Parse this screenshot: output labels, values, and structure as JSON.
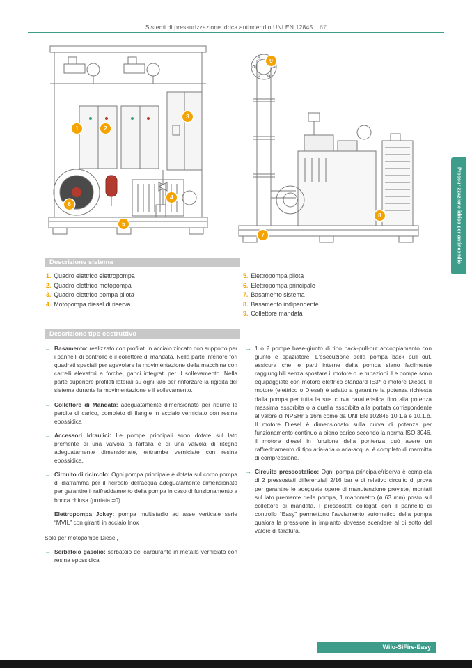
{
  "header": {
    "title": "Sistemi di pressurizzazione idrica antincendio UNI EN 12845",
    "page_number": "67"
  },
  "side_tab": {
    "label": "Pressurizzazione idrica per antincendio"
  },
  "colors": {
    "accent_green": "#3E9C8B",
    "accent_orange": "#F5A300",
    "bar_gray": "#C8C8C8",
    "pump_red": "#B23A2E"
  },
  "callouts": [
    {
      "label": "1"
    },
    {
      "label": "2"
    },
    {
      "label": "3"
    },
    {
      "label": "4"
    },
    {
      "label": "5"
    },
    {
      "label": "6"
    },
    {
      "label": "7"
    },
    {
      "label": "8"
    },
    {
      "label": "9"
    }
  ],
  "descrizione_sistema": {
    "title": "Descrizione sistema",
    "left": [
      {
        "num": "1.",
        "label": "Quadro elettrico elettropompa"
      },
      {
        "num": "2.",
        "label": "Quadro elettrico motopompa"
      },
      {
        "num": "3.",
        "label": "Quadro elettrico pompa pilota"
      },
      {
        "num": "4.",
        "label": "Motopompa diesel di riserva"
      }
    ],
    "right": [
      {
        "num": "5.",
        "label": "Elettropompa pilota"
      },
      {
        "num": "6.",
        "label": "Elettropompa principale"
      },
      {
        "num": "7.",
        "label": "Basamento sistema"
      },
      {
        "num": "8.",
        "label": "Basamento indipendente"
      },
      {
        "num": "9.",
        "label": "Collettore mandata"
      }
    ]
  },
  "descrizione_tipo": {
    "title": "Descrizione tipo costruttivo",
    "bullet_icon": "→",
    "left": [
      {
        "lead": "Basamento:",
        "text": " realizzato con profilati in acciaio zincato con supporto per i pannelli di controllo e il collettore di mandata. Nella parte inferiore fori quadrati speciali per agevolare la movimentazione della macchina con carrelli elevatori a forche, ganci integrati per il sollevamento. Nella parte superiore profilati laterali su ogni lato per rinforzare la rigidità del sistema durante la movimentazione e il sollevamento."
      },
      {
        "lead": "Collettore di Mandata:",
        "text": " adeguatamente dimensionato per ridurre le perdite di carico, completo di flangie in acciaio verniciato con resina epossidica"
      },
      {
        "lead": "Accessori Idraulici:",
        "text": " Le pompe principali sono dotate sul lato premente di una valvola a farfalla e di una valvola di ritegno adeguatamente dimensionate, entrambe verniciate con resina epossidica."
      },
      {
        "lead": "Circuito di ricircolo:",
        "text": " Ogni pompa principale è dotata sul corpo pompa di diaframma per il ricircolo dell'acqua adeguatamente dimensionato per garantire il raffreddamento della pompa in caso di funzionamento a bocca chiusa (portata =0)."
      },
      {
        "lead": "Elettropompa Jokey:",
        "text": " pompa multistadio ad asse verticale serie “MVIL” con giranti in acciaio Inox"
      }
    ],
    "note": "Solo per motopompe Diesel,",
    "left_extra": {
      "lead": "Serbatoio gasolio:",
      "text": " serbatoio del carburante in metallo verniciato con resina epossidica"
    },
    "right": [
      {
        "lead": "",
        "text": "1 o 2 pompe base-giunto di tipo back-pull-out accoppiamento con giunto e spaziatore. L'esecuzione della pompa back pull out, assicura che le parti interne della pompa siano facilmente raggiungibili senza spostare il motore o le tubazioni. Le pompe sono equipaggiate con motore elettrico standard IE3* o motore Diesel. Il motore (elettrico o Diesel) è adatto a garantire la potenza richiesta dalla pompa per tutta la sua curva caratteristica fino alla potenza massima assorbita o a quella assorbita alla portata corrispondente al valore di NPSHr ≥ 16m come da UNI EN 102845 10.1.a e 10.1.b. Il motore Diesel è dimensionato sulla curva di potenza per funzionamento continuo a pieno carico secondo la norma ISO 3046. il motore diesel in funzione della pontenza può avere un raffreddamento di tipo aria-aria o aria-acqua, è completo di marmitta di compressione."
      },
      {
        "lead": "Circuito pressostatico:",
        "text": " Ogni pompa principale/riserva è completa di 2 pressostati differenziali 2/16 bar e di relativo circuito di prova per garantire le adeguate opere di manutenzione previste, montati sul lato premente della pompa, 1 manometro (ø 63 mm) posto sul collettore di mandata. I pressostati collegati con il pannello di controllo “Easy” permettono l'avviamento automatico della pompa qualora la pressione in impianto dovesse scendere al di sotto del valore di taratura."
      }
    ]
  },
  "footer": {
    "label": "Wilo-SiFire-Easy"
  }
}
